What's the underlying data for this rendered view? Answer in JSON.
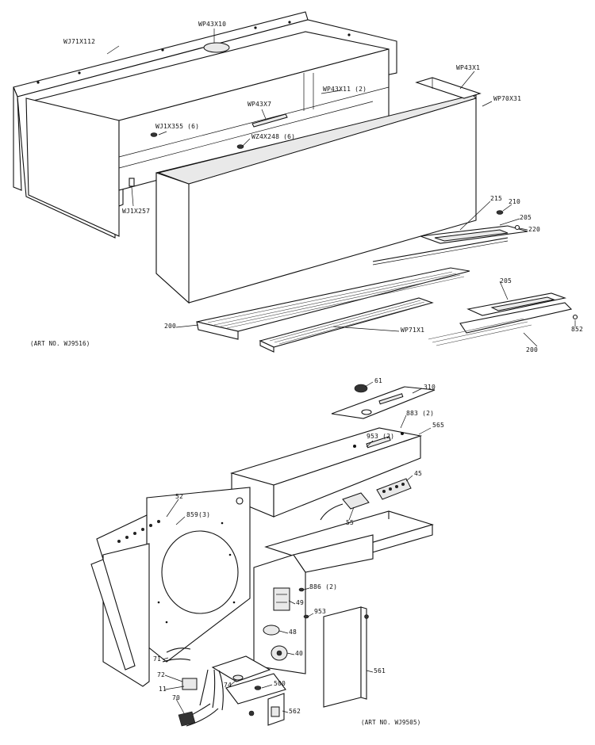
{
  "diagram": {
    "top_assembly": {
      "art_number": "(ART NO. WJ9516)",
      "parts": [
        {
          "id": "wj71x112",
          "label": "WJ71X112"
        },
        {
          "id": "wp43x10",
          "label": "WP43X10"
        },
        {
          "id": "wp43x1",
          "label": "WP43X1"
        },
        {
          "id": "wp43x11",
          "label": "WP43X11 (2)"
        },
        {
          "id": "wp70x31",
          "label": "WP70X31"
        },
        {
          "id": "wp43x7",
          "label": "WP43X7"
        },
        {
          "id": "wj1x355",
          "label": "WJ1X355 (6)"
        },
        {
          "id": "wz4x248",
          "label": "WZ4X248 (6)"
        },
        {
          "id": "wj1x257",
          "label": "WJ1X257"
        },
        {
          "id": "p215",
          "label": "215"
        },
        {
          "id": "p210",
          "label": "210"
        },
        {
          "id": "p205a",
          "label": "205"
        },
        {
          "id": "p220",
          "label": "220"
        },
        {
          "id": "p200a",
          "label": "200"
        },
        {
          "id": "wp71x1",
          "label": "WP71X1"
        },
        {
          "id": "p205b",
          "label": "205"
        },
        {
          "id": "p852",
          "label": "852"
        },
        {
          "id": "p200b",
          "label": "200"
        }
      ]
    },
    "bottom_assembly": {
      "art_number": "(ART NO. WJ9505)",
      "parts": [
        {
          "id": "p61",
          "label": "61"
        },
        {
          "id": "p310",
          "label": "310"
        },
        {
          "id": "p883",
          "label": "883 (2)"
        },
        {
          "id": "p953a",
          "label": "953 (2)"
        },
        {
          "id": "p565",
          "label": "565"
        },
        {
          "id": "p45",
          "label": "45"
        },
        {
          "id": "p55",
          "label": "55"
        },
        {
          "id": "p52",
          "label": "52"
        },
        {
          "id": "p859",
          "label": "859(3)"
        },
        {
          "id": "p886",
          "label": "886 (2)"
        },
        {
          "id": "p49",
          "label": "49"
        },
        {
          "id": "p953b",
          "label": "953"
        },
        {
          "id": "p48",
          "label": "48"
        },
        {
          "id": "p40",
          "label": "40"
        },
        {
          "id": "p561",
          "label": "561"
        },
        {
          "id": "p71",
          "label": "71"
        },
        {
          "id": "p72",
          "label": "72"
        },
        {
          "id": "p11",
          "label": "11"
        },
        {
          "id": "p74",
          "label": "74"
        },
        {
          "id": "p500",
          "label": "500"
        },
        {
          "id": "p70",
          "label": "70"
        },
        {
          "id": "p562",
          "label": "562"
        }
      ]
    }
  }
}
